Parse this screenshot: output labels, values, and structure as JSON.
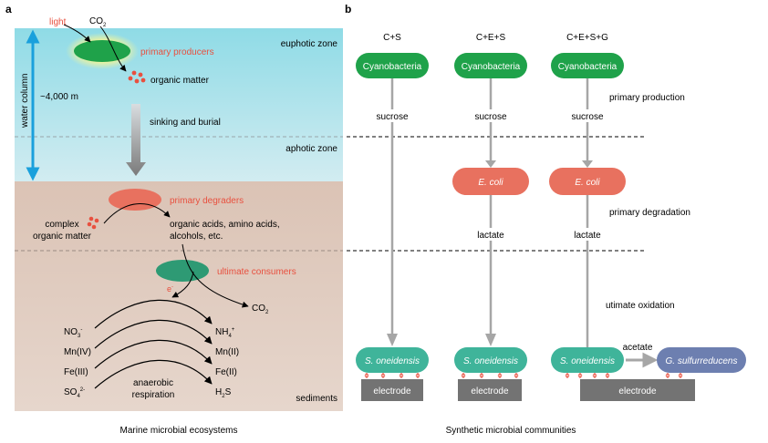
{
  "panel_a": {
    "label": "a",
    "caption": "Marine microbial ecosystems",
    "light": "light",
    "co2_top": {
      "base": "CO",
      "sub": "2"
    },
    "zones": {
      "euphotic": "euphotic zone",
      "aphotic": "aphotic zone",
      "sediments": "sediments"
    },
    "water_column": "water column",
    "depth": "~4,000 m",
    "primary_producers": "primary producers",
    "organic_matter": "organic matter",
    "sinking": "sinking and burial",
    "primary_degraders": "primary degraders",
    "complex_om_1": "complex",
    "complex_om_2": "organic matter",
    "products_1": "organic acids, amino acids,",
    "products_2": "alcohols, etc.",
    "ultimate_consumers": "ultimate consumers",
    "electron": {
      "base": "e",
      "sup": "-"
    },
    "co2_bottom": {
      "base": "CO",
      "sub": "2"
    },
    "acceptors": {
      "no3": {
        "base": "NO",
        "sub": "3",
        "sup": "-"
      },
      "mn4": "Mn(IV)",
      "fe3": "Fe(III)",
      "so4": {
        "base": "SO",
        "sub": "4",
        "sup": "2-"
      }
    },
    "reduced": {
      "nh4": {
        "base": "NH",
        "sub": "4",
        "sup": "+"
      },
      "mn2": "Mn(II)",
      "fe2": "Fe(II)",
      "h2s": {
        "base": "H",
        "sub": "2",
        "tail": "S"
      }
    },
    "anaerobic_1": "anaerobic",
    "anaerobic_2": "respiration"
  },
  "panel_b": {
    "label": "b",
    "caption": "Synthetic microbial communities",
    "columns": [
      {
        "header": "C+S",
        "top": "Cyanobacteria",
        "metabolite1": "sucrose",
        "bottom": "S. oneidensis",
        "electrode": "electrode"
      },
      {
        "header": "C+E+S",
        "top": "Cyanobacteria",
        "metabolite1": "sucrose",
        "middle": "E. coli",
        "metabolite2": "lactate",
        "bottom": "S. oneidensis",
        "electrode": "electrode"
      },
      {
        "header": "C+E+S+G",
        "top": "Cyanobacteria",
        "metabolite1": "sucrose",
        "middle": "E. coli",
        "metabolite2": "lactate",
        "bottom": "S. oneidensis",
        "acetate": "acetate",
        "extra": "G. sulfurreducens",
        "electrode": "electrode"
      }
    ],
    "stages": {
      "primary_production": "primary production",
      "primary_degradation": "primary degradation",
      "ultimate_oxidation": "utimate oxidation"
    },
    "electron_sign": "e"
  },
  "colors": {
    "water_top": "#8fdbe6",
    "water_bottom": "#d2ecf1",
    "sediment": "#dbc3b5",
    "sediment_bottom": "#e4d3c9",
    "green": "#1fa24a",
    "coral": "#e8715f",
    "teal": "#3fb49a",
    "dark_teal": "#2e9a74",
    "purple": "#6d7fb0",
    "electrode": "#737373",
    "arrow_gray": "#a6a6a6",
    "label_red": "#e8503f",
    "blue_arrow": "#1aa0dc"
  }
}
